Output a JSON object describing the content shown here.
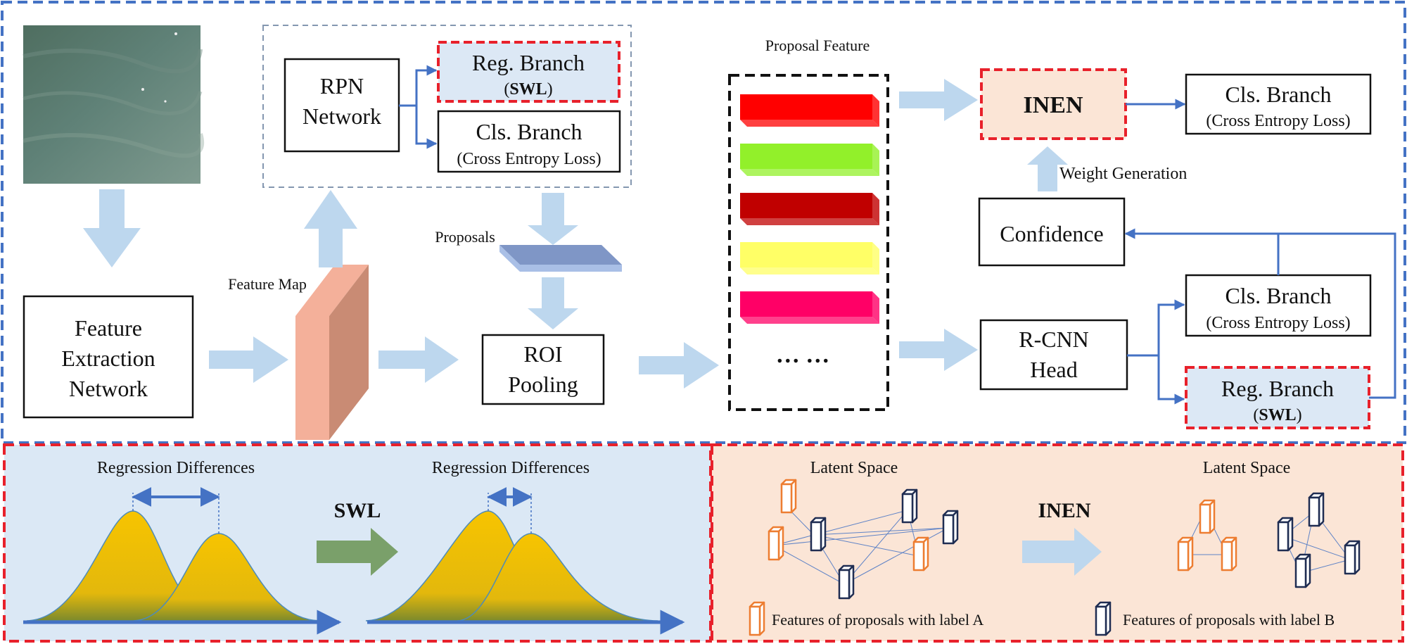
{
  "colors": {
    "main_border": "#4472c4",
    "red_dash": "#e8212b",
    "arrow_fill": "#bdd7ee",
    "connector": "#4472c4",
    "swl_panel_bg": "#dbe8f5",
    "inen_panel_bg": "#fbe5d6",
    "inen_box_bg": "#fbe5d6",
    "branch_box_bg": "#dce8f5",
    "feature_map_front": "#f4b09a",
    "feature_map_side": "#c98b74",
    "proposal_plate": "#7f96c6",
    "green_arrow": "#7aa06a",
    "gaussian_fill": "#f5c000",
    "label_a_color": "#ed7d31",
    "label_b_color": "#1f2d52"
  },
  "top": {
    "feature_extraction": {
      "line1": "Feature",
      "line2": "Extraction",
      "line3": "Network"
    },
    "feature_map_label": "Feature Map",
    "rpn": {
      "line1": "RPN",
      "line2": "Network"
    },
    "rpn_reg_branch": {
      "title": "Reg. Branch",
      "loss": "SWL",
      "open": "(",
      "close": ")"
    },
    "rpn_cls_branch": {
      "title": "Cls. Branch",
      "loss": "(Cross Entropy Loss)"
    },
    "proposals_label": "Proposals",
    "roi_pooling": {
      "line1": "ROI",
      "line2": "Pooling"
    },
    "proposal_feature_label": "Proposal Feature",
    "proposal_bar_colors": [
      "#ff0000",
      "#92f02a",
      "#c00000",
      "#ffff66",
      "#ff0066"
    ],
    "ellipsis": "… …",
    "inen_box": "INEN",
    "top_cls_branch": {
      "title": "Cls. Branch",
      "loss": "(Cross Entropy Loss)"
    },
    "weight_generation": "Weight Generation",
    "confidence": "Confidence",
    "rcnn_head": {
      "line1": "R-CNN",
      "line2": "Head"
    },
    "rcnn_cls_branch": {
      "title": "Cls. Branch",
      "loss": "(Cross Entropy Loss)"
    },
    "rcnn_reg_branch": {
      "title": "Reg. Branch",
      "loss": "SWL",
      "open": "(",
      "close": ")"
    }
  },
  "bottom_left": {
    "left_title": "Regression Differences",
    "right_title": "Regression Differences",
    "method": "SWL"
  },
  "bottom_right": {
    "left_title": "Latent Space",
    "right_title": "Latent Space",
    "method": "INEN",
    "legend_a": "Features of proposals with label A",
    "legend_b": "Features of proposals with label B"
  }
}
